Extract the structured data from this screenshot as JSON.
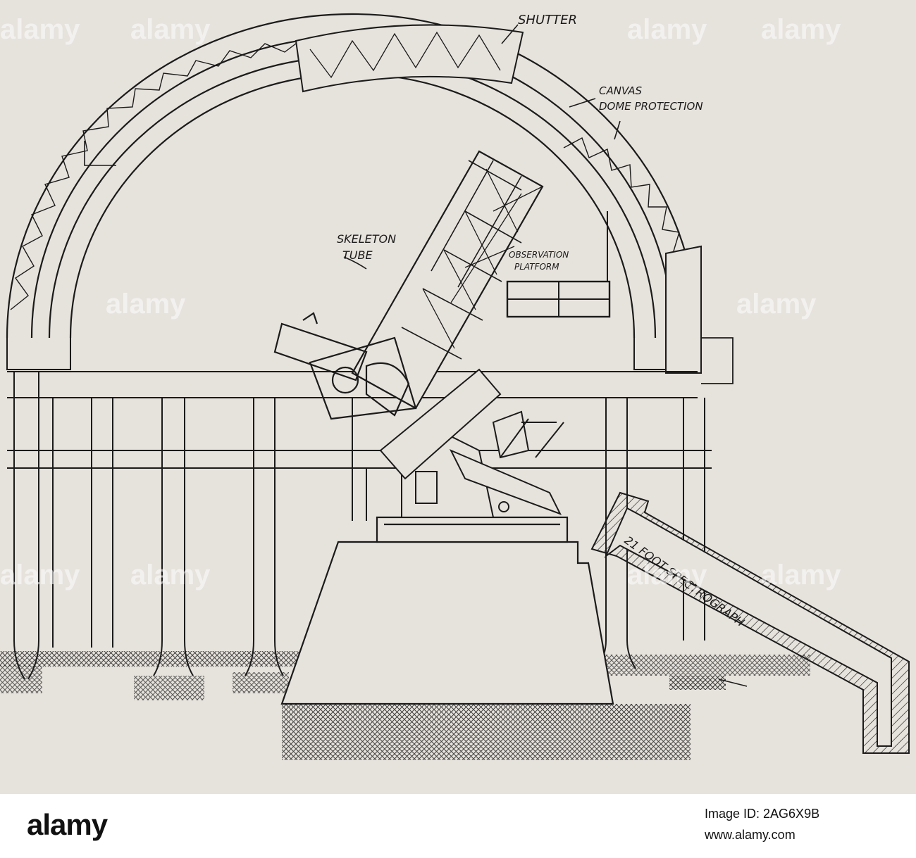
{
  "labels": {
    "shutter": "SHUTTER",
    "canvas_line1": "CANVAS",
    "canvas_line2": "DOME PROTECTION",
    "skeleton_line1": "SKELETON",
    "skeleton_line2": "TUBE",
    "observation_line1": "OBSERVATION",
    "observation_line2": "PLATFORM",
    "spectrograph": "21 FOOT SPECTROGRAPH"
  },
  "watermark": {
    "text": "alamy"
  },
  "footer": {
    "logo": "alamy",
    "image_id_label": "Image ID: 2AG6X9B",
    "url": "www.alamy.com"
  },
  "colors": {
    "ink": "#1b1b1b",
    "paper": "#e6e2dc",
    "footer_bg": "#ffffff"
  }
}
